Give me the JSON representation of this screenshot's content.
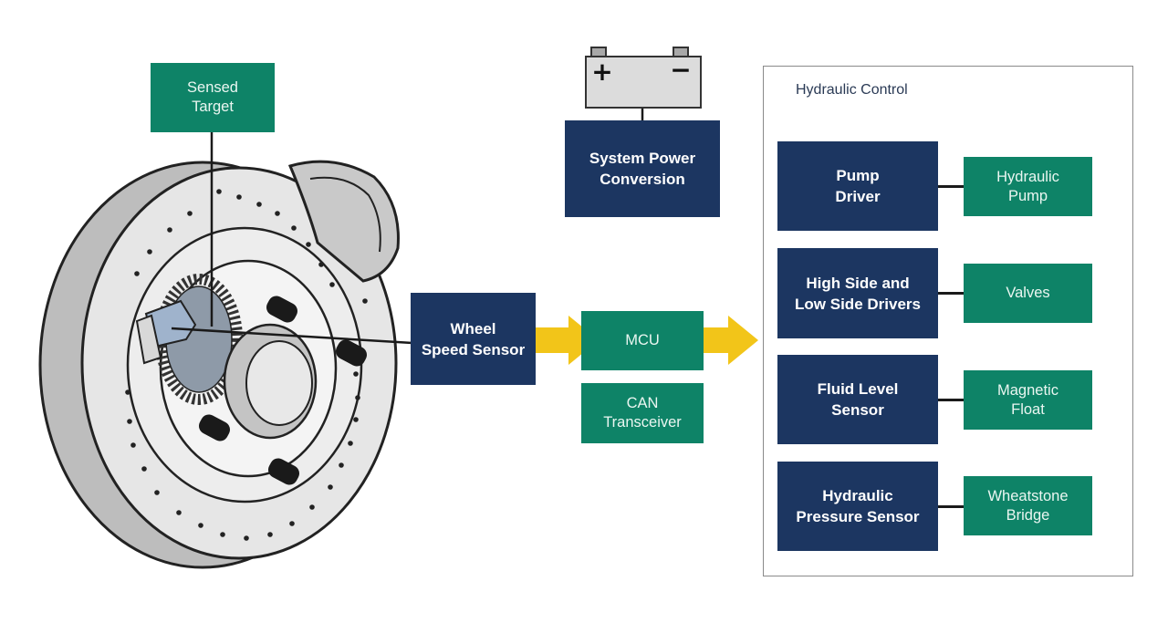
{
  "sensed_target": "Sensed\nTarget",
  "system_power": "System Power\nConversion",
  "wheel_speed_sensor": "Wheel\nSpeed Sensor",
  "mcu": "MCU",
  "can_transceiver": "CAN\nTransceiver",
  "hydraulic_control": {
    "title": "Hydraulic Control",
    "rows": [
      {
        "driver": "Pump\nDriver",
        "device": "Hydraulic\nPump"
      },
      {
        "driver": "High Side and\nLow Side Drivers",
        "device": "Valves"
      },
      {
        "driver": "Fluid Level\nSensor",
        "device": "Magnetic\nFloat"
      },
      {
        "driver": "Hydraulic\nPressure Sensor",
        "device": "Wheatstone\nBridge"
      }
    ]
  },
  "battery": {
    "positive": "+",
    "negative": "−"
  },
  "colors": {
    "navy": "#1c3661",
    "green": "#0e8367",
    "arrow": "#f2c519"
  }
}
